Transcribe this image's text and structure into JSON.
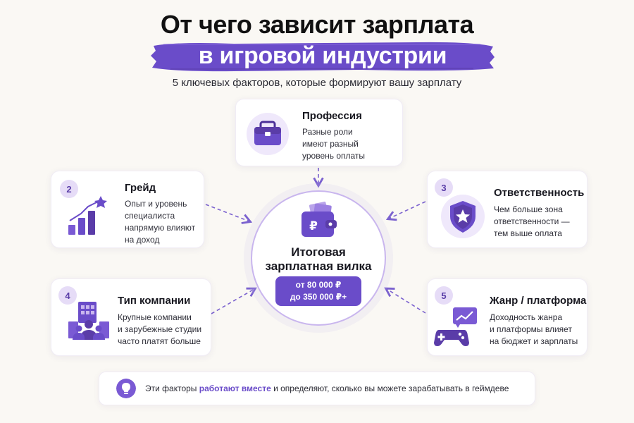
{
  "title": {
    "line1": "От чего зависит зарплата",
    "line2": "в игровой индустрии",
    "subtitle": "5 ключевых факторов, которые формируют вашу зарплату"
  },
  "colors": {
    "accent": "#6a4cc9",
    "accent_light": "#e6dcf7",
    "background": "#faf8f4"
  },
  "factors": [
    {
      "number": "",
      "title": "Профессия",
      "text": "Разные роли\nимеют разный\nуровень оплаты",
      "icon": "briefcase-icon"
    },
    {
      "number": "2",
      "title": "Грейд",
      "text": "Опыт и уровень\nспециалиста\nнапрямую влияют\nна доход",
      "icon": "growth-chart-icon"
    },
    {
      "number": "3",
      "title": "Ответственность",
      "text": "Чем больше зона\nответственности —\nтем выше оплата",
      "icon": "shield-star-icon"
    },
    {
      "number": "4",
      "title": "Тип компании",
      "text": "Крупные компании\nи зарубежные студии\nчасто платят больше",
      "icon": "office-team-icon"
    },
    {
      "number": "5",
      "title": "Жанр / платформа",
      "text": "Доходность жанра\nи платформы влияет\nна бюджет и зарплаты",
      "icon": "gamepad-icon"
    }
  ],
  "center": {
    "title": "Итоговая\nзарплатная вилка",
    "range_from": "от 80 000 ₽",
    "range_to": "до 350 000 ₽+",
    "icon": "wallet-ruble-icon"
  },
  "note": {
    "before": "Эти факторы ",
    "highlight": "работают вместе",
    "after": " и определяют, сколько вы можете зарабатывать в геймдеве",
    "icon": "lightbulb-icon"
  }
}
